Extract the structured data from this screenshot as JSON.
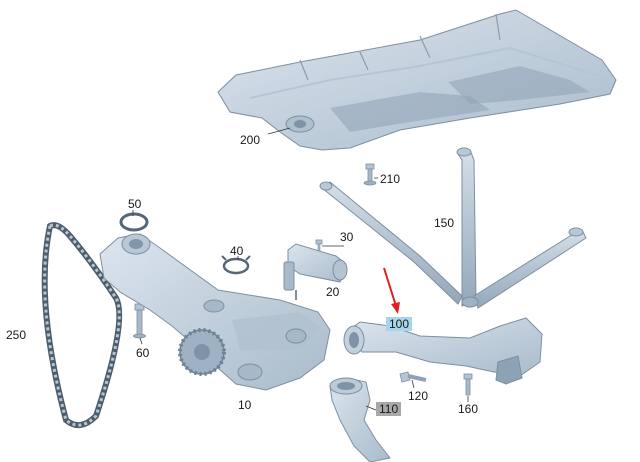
{
  "diagram": {
    "callouts": [
      {
        "id": "200",
        "label": "200"
      },
      {
        "id": "210",
        "label": "210"
      },
      {
        "id": "150",
        "label": "150"
      },
      {
        "id": "50",
        "label": "50"
      },
      {
        "id": "40",
        "label": "40"
      },
      {
        "id": "30",
        "label": "30"
      },
      {
        "id": "20",
        "label": "20"
      },
      {
        "id": "250",
        "label": "250"
      },
      {
        "id": "60",
        "label": "60"
      },
      {
        "id": "100",
        "label": "100"
      },
      {
        "id": "10",
        "label": "10"
      },
      {
        "id": "120",
        "label": "120"
      },
      {
        "id": "160",
        "label": "160"
      },
      {
        "id": "110",
        "label": "110"
      }
    ],
    "highlighted": [
      {
        "callout": "100",
        "color": "#a9d5ea",
        "indicator": "red-arrow"
      },
      {
        "callout": "110",
        "color": "#a8a8a8"
      }
    ],
    "colors": {
      "part_fill": "#c9d6e2",
      "part_shade": "#9fb2c4",
      "part_outline": "#7d8fa0",
      "arrow": "#e02020"
    }
  }
}
